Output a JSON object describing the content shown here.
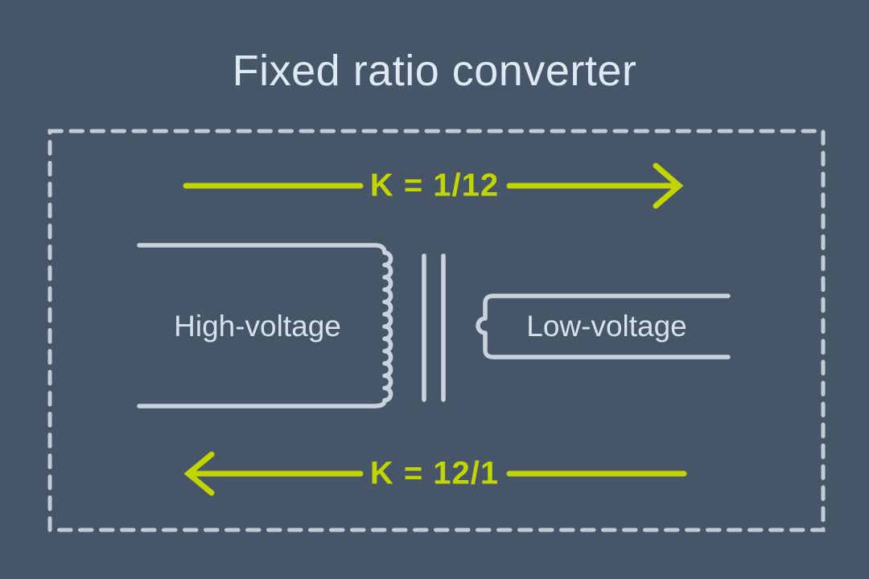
{
  "title": "Fixed ratio converter",
  "diagram": {
    "top_arrow": {
      "label": "K = 1/12",
      "direction": "right"
    },
    "bottom_arrow": {
      "label": "K = 12/1",
      "direction": "left"
    },
    "high_voltage": {
      "label": "High-voltage",
      "winding_bumps": 12
    },
    "low_voltage": {
      "label": "Low-voltage",
      "winding_bumps": 1
    }
  },
  "colors": {
    "background": "#475568",
    "line": "#C8D3DD",
    "border": "#C2CCD6",
    "accent": "#C3D500",
    "title-text": "#DDE9F3",
    "label-text": "#D5E1EB"
  }
}
